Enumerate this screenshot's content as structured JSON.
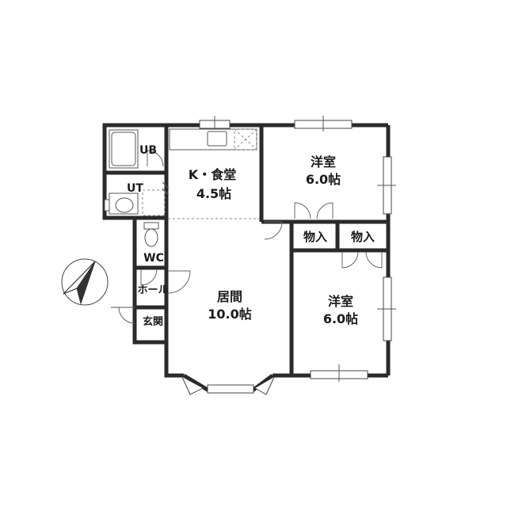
{
  "rooms": {
    "ub": "UB",
    "ut": "UT",
    "kitchen_name": "K・食堂",
    "kitchen_size": "4.5帖",
    "western1_name": "洋室",
    "western1_size": "6.0帖",
    "closet1": "物入",
    "closet2": "物入",
    "wc": "WC",
    "hall": "ホール",
    "entrance": "玄関",
    "living_name": "居間",
    "living_size": "10.0帖",
    "western2_name": "洋室",
    "western2_size": "6.0帖"
  },
  "icons": {
    "compass": "north-arrow-icon"
  }
}
